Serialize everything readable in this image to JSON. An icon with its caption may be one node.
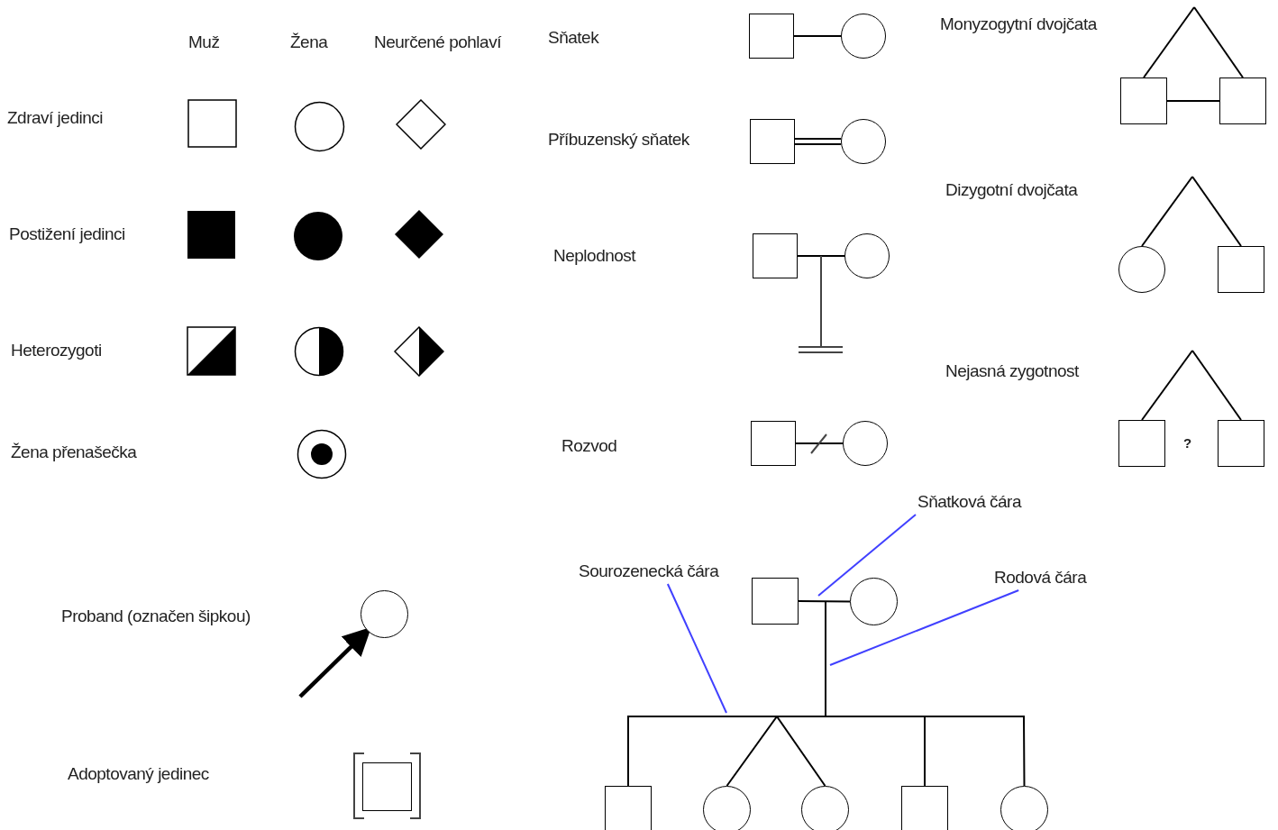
{
  "diagram": {
    "nodes": [
      {
        "text": [],
        "shape": "box"
      },
      {
        "text": [],
        "shape": "circle"
      },
      {
        "text": [],
        "shape": "box"
      },
      {
        "text": [],
        "shape": "circle"
      },
      {
        "text": [],
        "shape": "box"
      },
      {
        "text": [],
        "shape": "circle"
      },
      {
        "text": [],
        "shape": "box"
      },
      {
        "text": [],
        "shape": "box"
      },
      {
        "text": [],
        "shape": "circle"
      },
      {
        "text": [],
        "shape": "box"
      },
      {
        "text": [],
        "shape": "box"
      },
      {
        "text": [],
        "shape": "circle"
      },
      {
        "text": [],
        "shape": "box"
      },
      {
        "text": [],
        "shape": "box"
      },
      {
        "text": [
          "Sňatková čára"
        ]
      },
      {
        "text": [
          "Sourozenecká čára"
        ]
      },
      {
        "text": [
          "Rodová čára"
        ]
      },
      {
        "text": [],
        "shape": "circle"
      },
      {
        "text": [],
        "shape": "box"
      },
      {
        "text": [],
        "shape": "box"
      },
      {
        "text": [],
        "shape": "circle"
      },
      {
        "text": [],
        "shape": "box"
      },
      {
        "text": [],
        "shape": "circle"
      },
      {
        "text": [],
        "shape": "circle"
      },
      {
        "text": [],
        "shape": "box"
      },
      {
        "text": [],
        "shape": "circle"
      }
    ],
    "edges": [
      {
        "from": 0,
        "to": 1,
        "arrow": "none"
      },
      {
        "from": 2,
        "to": 3,
        "arrow": "none"
      },
      {
        "from": 4,
        "to": 5,
        "arrow": "none"
      },
      {
        "from": 10,
        "to": 11,
        "arrow": "none"
      },
      {
        "from": null,
        "to": 6,
        "arrow": "none"
      },
      {
        "from": null,
        "to": 7,
        "arrow": "none"
      },
      {
        "from": 6,
        "to": 7,
        "arrow": "none"
      },
      {
        "from": null,
        "to": 8,
        "arrow": "none"
      },
      {
        "from": null,
        "to": 9,
        "arrow": "none"
      },
      {
        "from": null,
        "to": 12,
        "arrow": "none"
      },
      {
        "from": null,
        "to": 13,
        "arrow": "none"
      },
      {
        "from": null,
        "to": 17,
        "arrow": "to",
        "style": "thick"
      },
      {
        "from": 19,
        "to": 20,
        "arrow": "none"
      },
      {
        "from": null,
        "to": 21,
        "arrow": "none"
      },
      {
        "from": null,
        "to": 22,
        "arrow": "none"
      },
      {
        "from": null,
        "to": 23,
        "arrow": "none"
      },
      {
        "from": null,
        "to": 24,
        "arrow": "none"
      },
      {
        "from": null,
        "to": 25,
        "arrow": "none"
      },
      {
        "from": 14,
        "to": null,
        "arrow": "none",
        "color": "#4040ff"
      },
      {
        "from": 15,
        "to": null,
        "arrow": "none",
        "color": "#4040ff"
      },
      {
        "from": 16,
        "to": null,
        "arrow": "none",
        "color": "#4040ff"
      }
    ],
    "labels": [
      "Muž",
      "Žena",
      "Neurčené pohlaví",
      "Zdraví jedinci",
      "Postižení jedinci",
      "Heterozygoti",
      "Žena přenašečka",
      "Proband (označen šipkou)",
      "Adoptovaný jedinec",
      "Sňatek",
      "Příbuzenský sňatek",
      "Neplodnost",
      "Rozvod",
      "Monyzogytní dvojčata",
      "Dizygotní dvojčata",
      "Nejasná zygotnost",
      "?"
    ]
  }
}
